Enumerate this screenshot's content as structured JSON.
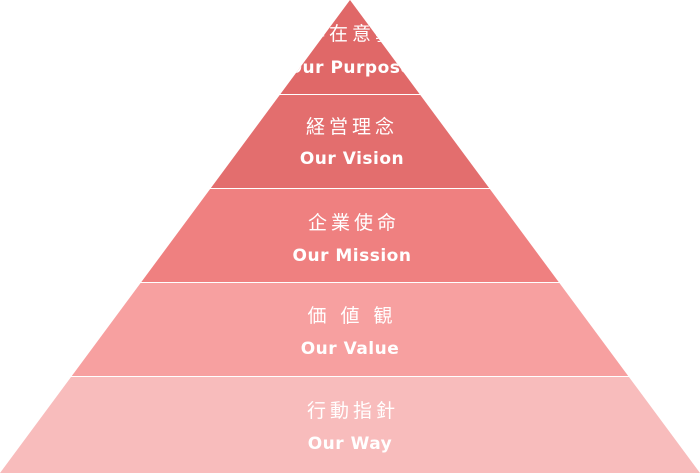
{
  "pyramid": {
    "tiers": [
      {
        "jp": "存在意義",
        "en": "Our Purpose",
        "color": "#e06868"
      },
      {
        "jp": "経営理念",
        "en": "Our Vision",
        "color": "#e36e6e"
      },
      {
        "jp": "企業使命",
        "en": "Our Mission",
        "color": "#ef8080"
      },
      {
        "jp": "価 値 観",
        "en": "Our Value",
        "color": "#f7a0a0"
      },
      {
        "jp": "行動指針",
        "en": "Our Way",
        "color": "#f8bcbc"
      }
    ]
  }
}
